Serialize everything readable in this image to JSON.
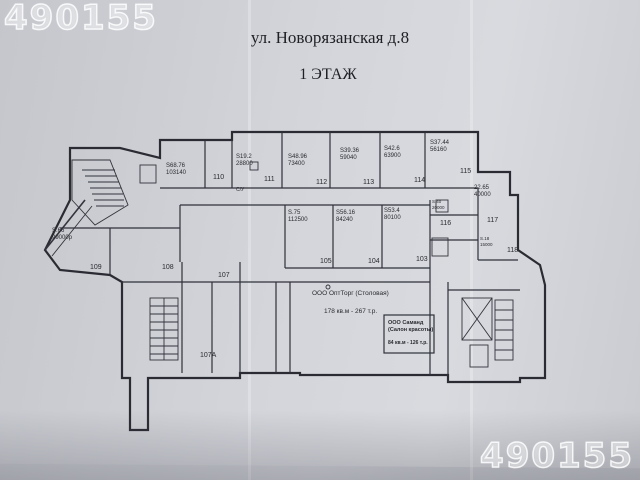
{
  "header": {
    "address": "ул. Новорязанская д.8",
    "floor": "1 ЭТАЖ"
  },
  "watermark": "490155",
  "rooms": [
    {
      "id": "r110",
      "number": "110"
    },
    {
      "id": "r111",
      "number": "111"
    },
    {
      "id": "r112",
      "number": "112"
    },
    {
      "id": "r113",
      "number": "113"
    },
    {
      "id": "r114",
      "number": "114"
    },
    {
      "id": "r115",
      "number": "115"
    },
    {
      "id": "r116",
      "number": "116"
    },
    {
      "id": "r117",
      "number": "117"
    },
    {
      "id": "r118",
      "number": "118"
    },
    {
      "id": "r109",
      "number": "109"
    },
    {
      "id": "r108",
      "number": "108"
    },
    {
      "id": "r107",
      "number": "107"
    },
    {
      "id": "r107a",
      "number": "107А"
    },
    {
      "id": "r105",
      "number": "105"
    },
    {
      "id": "r104",
      "number": "104"
    },
    {
      "id": "r103",
      "number": "103"
    }
  ],
  "areas": {
    "a1_area": "S68.76",
    "a1_price": "103140",
    "a2_area": "S19.2",
    "a2_price": "28800",
    "a3_area": "S48.96",
    "a3_price": "73400",
    "a4_area": "S39.36",
    "a4_price": "59040",
    "a5_area": "S42.6",
    "a5_price": "63900",
    "a6_area": "S37.44",
    "a6_price": "56160",
    "a7_area": "22.65",
    "a7_price": "40000",
    "a8_area": "S.66",
    "a8_price": "99000р",
    "a9_area": "S.75",
    "a9_price": "112500",
    "a10_area": "S56.16",
    "a10_price": "84240",
    "a11_area": "S53.4",
    "a11_price": "80100",
    "a12_area": "S.40",
    "a12_price": "20000",
    "a13_area": "S.18",
    "a13_price": "15000",
    "wc": "С/У"
  },
  "tenants": {
    "t1_name": "ООО ОптТорг (Столовая)",
    "t1_terms": "178 кв.м - 267 т.р.",
    "t2_name": "ООО Саманд",
    "t2_sub": "(Салон красоты)",
    "t2_terms": "84 кв.м - 126 т.р."
  }
}
